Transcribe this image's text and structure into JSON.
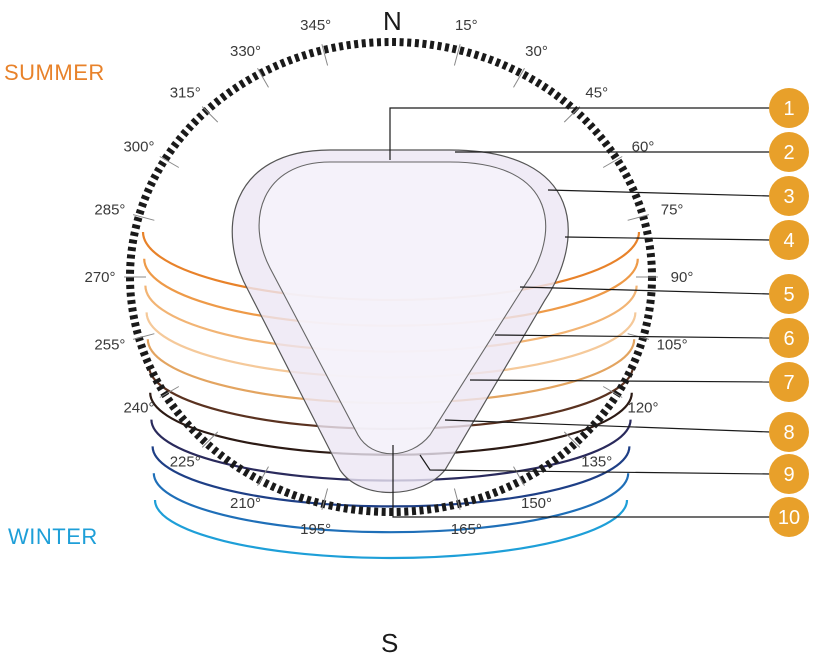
{
  "labels": {
    "summer": "SUMMER",
    "winter": "WINTER",
    "north": "N",
    "south": "S"
  },
  "colors": {
    "summer": "#e8822a",
    "winter": "#1e9fd8",
    "badge": "#e8a02a",
    "dial": "#1a1a1a",
    "body_fill": "#ece6f4",
    "body_inner": "#f6f3fa",
    "body_stroke": "#555555"
  },
  "dial": {
    "degree_labels": [
      {
        "angle": 15,
        "text": "15°"
      },
      {
        "angle": 30,
        "text": "30°"
      },
      {
        "angle": 45,
        "text": "45°"
      },
      {
        "angle": 60,
        "text": "60°"
      },
      {
        "angle": 75,
        "text": "75°"
      },
      {
        "angle": 90,
        "text": "90°"
      },
      {
        "angle": 105,
        "text": "105°"
      },
      {
        "angle": 120,
        "text": "120°"
      },
      {
        "angle": 135,
        "text": "135°"
      },
      {
        "angle": 150,
        "text": "150°"
      },
      {
        "angle": 165,
        "text": "165°"
      },
      {
        "angle": 195,
        "text": "195°"
      },
      {
        "angle": 210,
        "text": "210°"
      },
      {
        "angle": 225,
        "text": "225°"
      },
      {
        "angle": 240,
        "text": "240°"
      },
      {
        "angle": 255,
        "text": "255°"
      },
      {
        "angle": 270,
        "text": "270°"
      },
      {
        "angle": 285,
        "text": "285°"
      },
      {
        "angle": 300,
        "text": "300°"
      },
      {
        "angle": 315,
        "text": "315°"
      },
      {
        "angle": 330,
        "text": "330°"
      },
      {
        "angle": 345,
        "text": "345°"
      }
    ]
  },
  "seasonal_arcs": [
    {
      "color": "#e8822a"
    },
    {
      "color": "#ee9a48"
    },
    {
      "color": "#f2b474"
    },
    {
      "color": "#f5c99a"
    },
    {
      "color": "#e3a460"
    },
    {
      "color": "#5a3220"
    },
    {
      "color": "#2c1a14"
    },
    {
      "color": "#2a2a5c"
    },
    {
      "color": "#1e3f86"
    },
    {
      "color": "#1f6fb8"
    },
    {
      "color": "#1e9fd8"
    }
  ],
  "callouts": [
    "1",
    "2",
    "3",
    "4",
    "5",
    "6",
    "7",
    "8",
    "9",
    "10"
  ]
}
